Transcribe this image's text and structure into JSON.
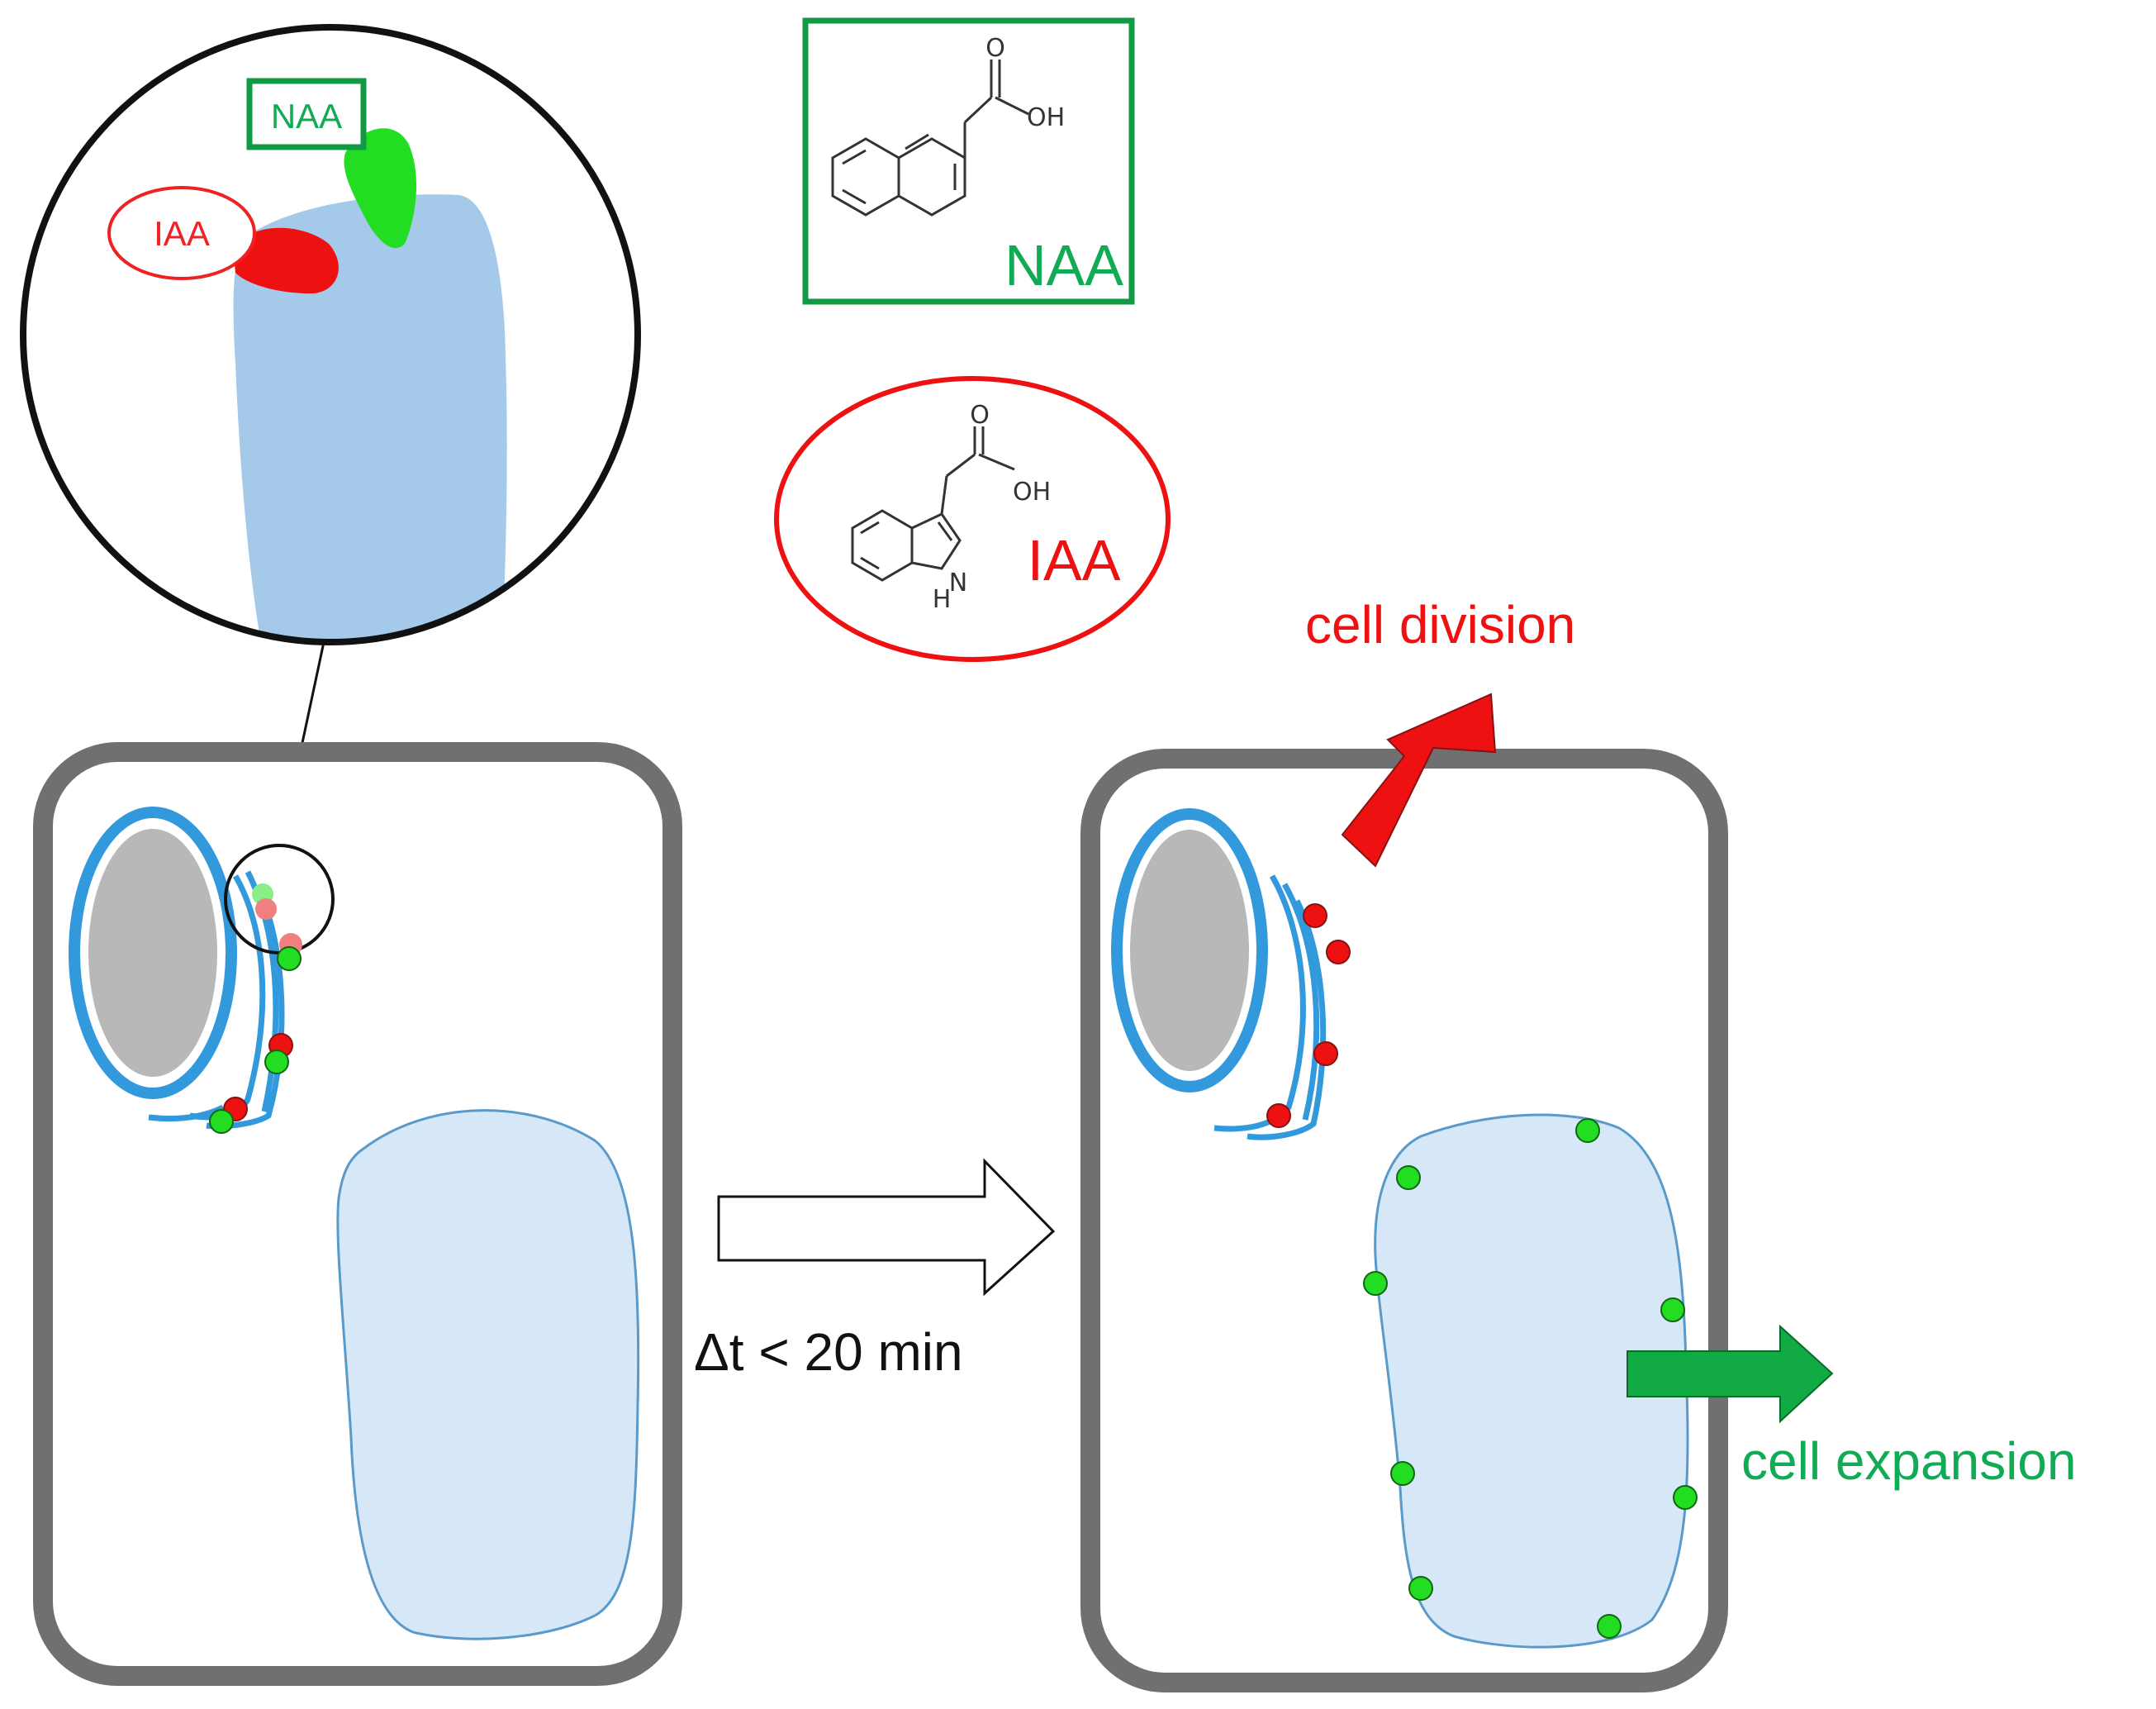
{
  "zoom_labels": {
    "naa": "NAA",
    "iaa": "IAA"
  },
  "structures": {
    "naa": {
      "name": "NAA",
      "atom_o": "O",
      "atom_oh": "OH"
    },
    "iaa": {
      "name": "IAA",
      "atom_o": "O",
      "atom_oh": "OH",
      "atom_nh": "H",
      "atom_n": "N"
    }
  },
  "annotations": {
    "cell_division": "cell division",
    "cell_expansion": "cell expansion",
    "time_label": "Δt < 20 min"
  },
  "colors": {
    "naa_green": "#22cc22",
    "naa_dark_green": "#119944",
    "iaa_red": "#ee2222",
    "er_blue": "#3399dd",
    "vacuole_blue": "#d6e8f7",
    "nucleus_gray": "#b8b8b8",
    "cell_wall_gray": "#707070"
  }
}
